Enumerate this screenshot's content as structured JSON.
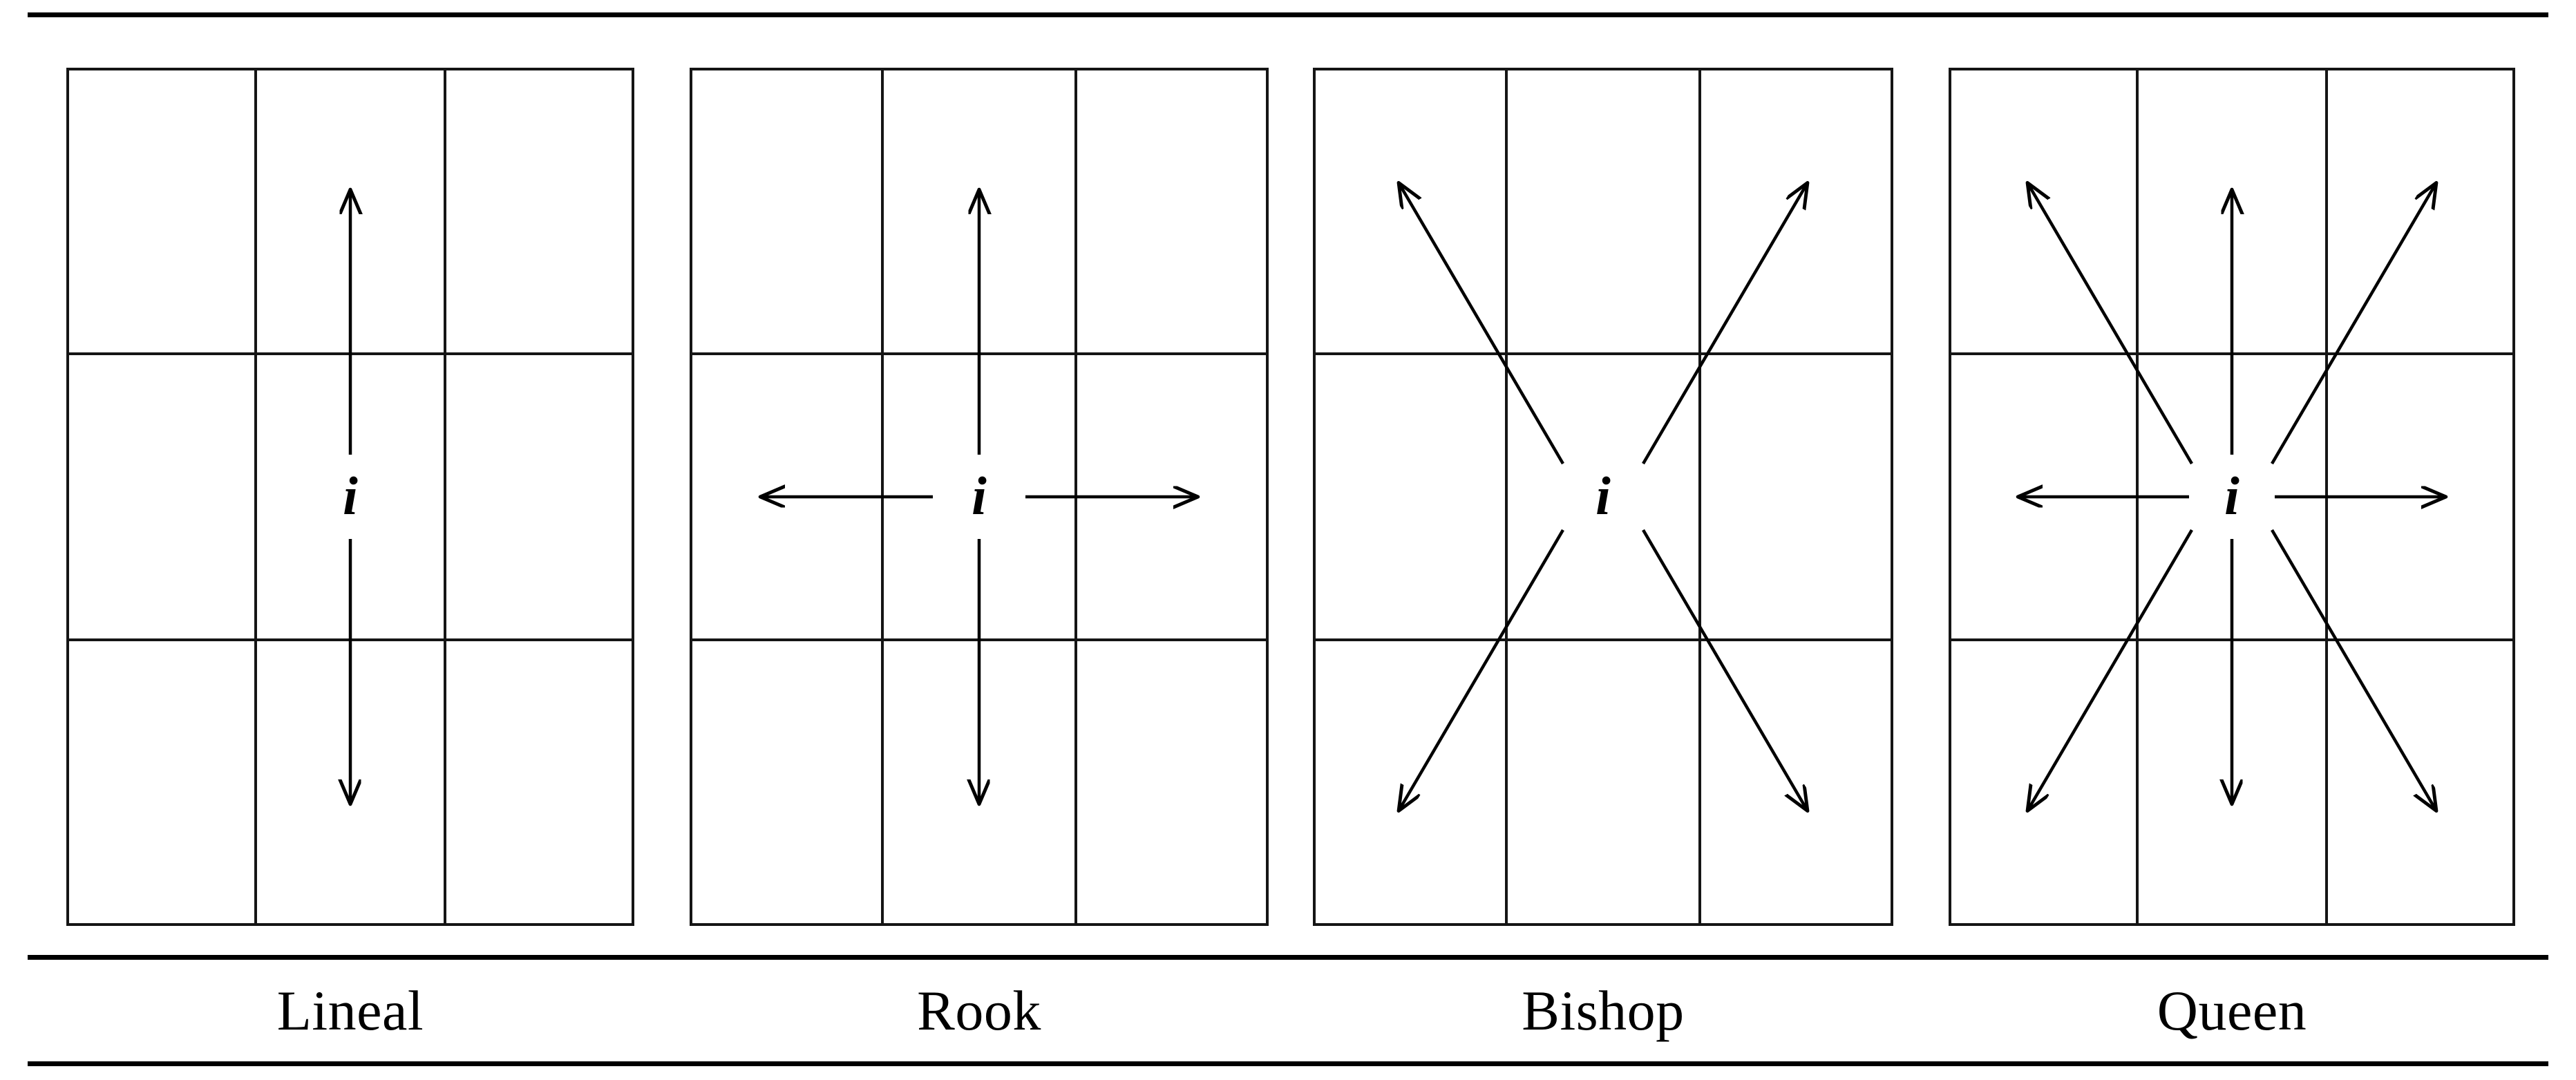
{
  "figure": {
    "centre_symbol": "i",
    "line_color": "#151515",
    "arrow_color": "#000000",
    "background": "#ffffff",
    "rules": {
      "top": "horizontal-rule",
      "middle": "horizontal-rule",
      "bottom": "horizontal-rule"
    }
  },
  "panels": [
    {
      "id": "lineal",
      "caption": "Lineal",
      "grid": {
        "rows": 3,
        "cols": 3
      },
      "centre_symbol": "i",
      "directions": [
        "up",
        "down"
      ],
      "arrow_count": 2
    },
    {
      "id": "rook",
      "caption": "Rook",
      "grid": {
        "rows": 3,
        "cols": 3
      },
      "centre_symbol": "i",
      "directions": [
        "up",
        "down",
        "left",
        "right"
      ],
      "arrow_count": 4
    },
    {
      "id": "bishop",
      "caption": "Bishop",
      "grid": {
        "rows": 3,
        "cols": 3
      },
      "centre_symbol": "i",
      "directions": [
        "up-left",
        "up-right",
        "down-left",
        "down-right"
      ],
      "arrow_count": 4
    },
    {
      "id": "queen",
      "caption": "Queen",
      "grid": {
        "rows": 3,
        "cols": 3
      },
      "centre_symbol": "i",
      "directions": [
        "up",
        "down",
        "left",
        "right",
        "up-left",
        "up-right",
        "down-left",
        "down-right"
      ],
      "arrow_count": 8
    }
  ]
}
